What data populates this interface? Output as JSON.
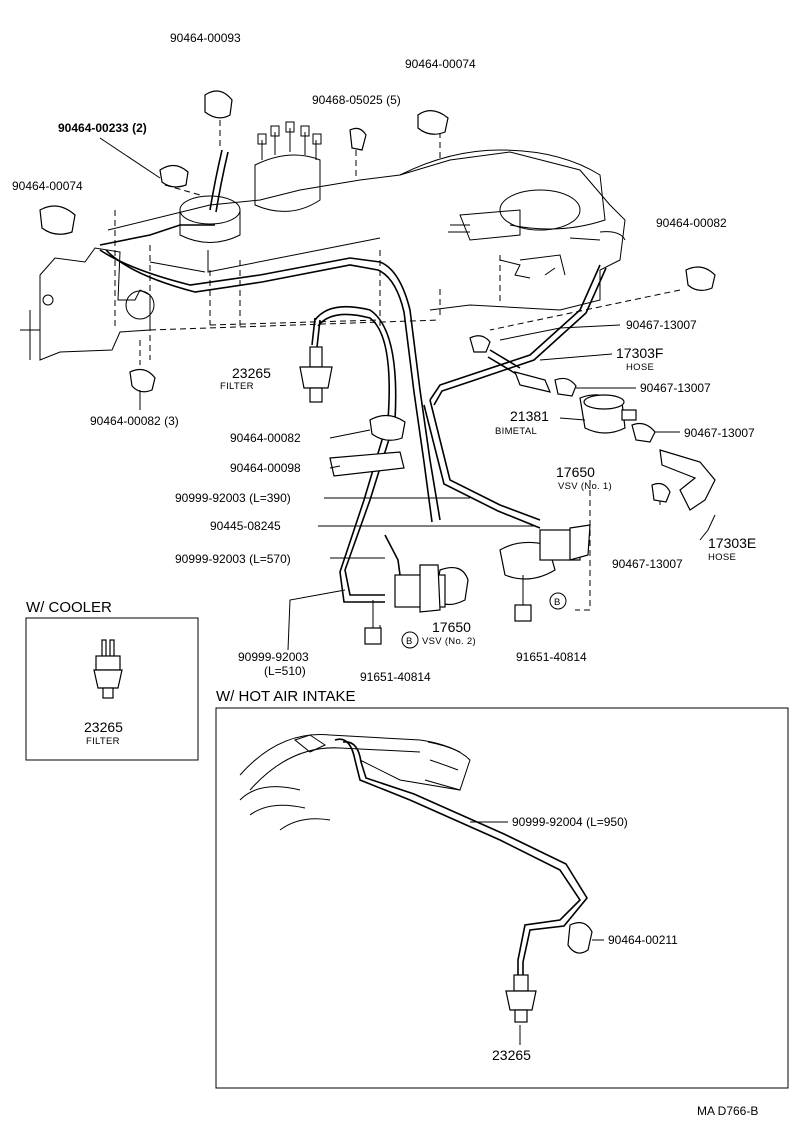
{
  "callouts": {
    "c1": "90464-00093",
    "c2": "90464-00074",
    "c3": "90468-05025 (5)",
    "c4": "90464-00233 (2)",
    "c5": "90464-00074",
    "c6": "90464-00082",
    "c7": "90467-13007",
    "c8_num": "17303F",
    "c8_sub": "HOSE",
    "c9": "90467-13007",
    "c10_num": "21381",
    "c10_sub": "BIMETAL",
    "c11": "90467-13007",
    "c12_num": "23265",
    "c12_sub": "FILTER",
    "c13": "90464-00082 (3)",
    "c14": "90464-00082",
    "c15": "90464-00098",
    "c16": "90999-92003 (L=390)",
    "c17_num": "17650",
    "c17_sub": "VSV (No. 1)",
    "c18": "90445-08245",
    "c19": "90999-92003 (L=570)",
    "c20": "90467-13007",
    "c21_num": "17303E",
    "c21_sub": "HOSE",
    "c22_a": "90999-92003",
    "c22_b": "(L=510)",
    "c23_num": "17650",
    "c23_sub": "VSV (No. 2)",
    "c24": "91651-40814",
    "c25": "91651-40814",
    "b_mark": "B"
  },
  "cooler": {
    "title": "W/ COOLER",
    "part": "23265",
    "sub": "FILTER"
  },
  "hot_air": {
    "title": "W/ HOT AIR INTAKE",
    "tube": "90999-92004 (L=950)",
    "clamp": "90464-00211",
    "part": "23265"
  },
  "footer": {
    "code": "MA  D766-B"
  }
}
